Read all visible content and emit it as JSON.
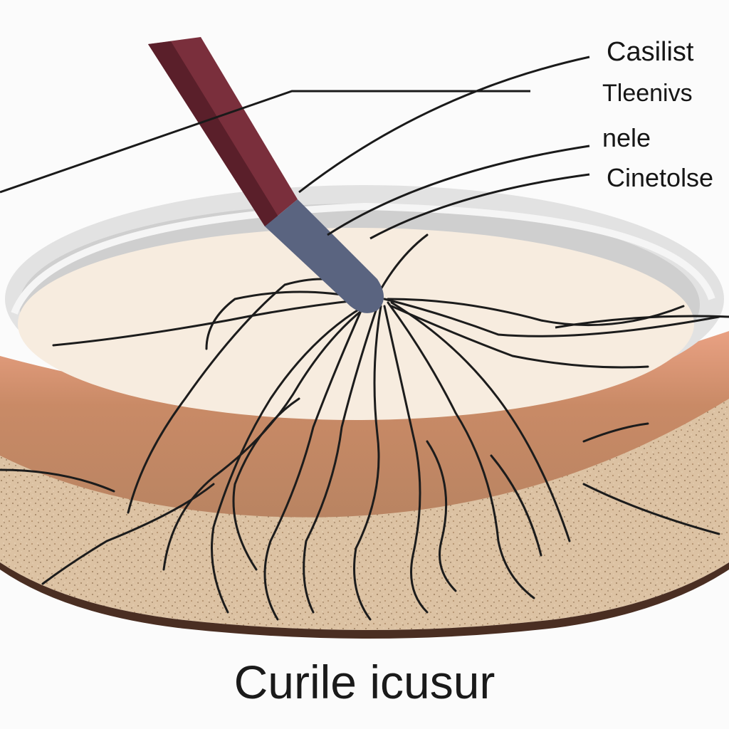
{
  "labels": [
    "Casilist",
    "Tleenivs",
    "nele",
    "Cinetolse"
  ],
  "caption": "Curile icusur",
  "colors": {
    "background": "#fbfbfb",
    "rim": "#dcdcdc",
    "liquid": "#f7ecdf",
    "band": "#c98f6b",
    "substrate": "#d9bd9e",
    "probe_upper": "#7a2f3c",
    "probe_tip": "#5a6480",
    "roots": "#1c1c1c"
  }
}
